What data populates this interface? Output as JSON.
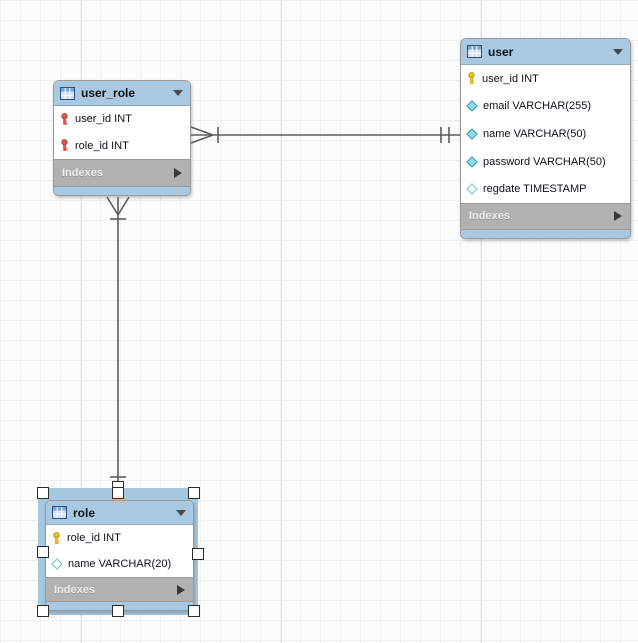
{
  "diagram": {
    "tables": [
      {
        "title": "user_role",
        "columns": [
          {
            "icon": "foreign-primary-key",
            "text": "user_id INT"
          },
          {
            "icon": "foreign-primary-key",
            "text": "role_id INT"
          }
        ],
        "indexes_label": "Indexes"
      },
      {
        "title": "user",
        "columns": [
          {
            "icon": "primary-key",
            "text": "user_id INT"
          },
          {
            "icon": "attribute-notnull",
            "text": "email VARCHAR(255)"
          },
          {
            "icon": "attribute-notnull",
            "text": "name VARCHAR(50)"
          },
          {
            "icon": "attribute-notnull",
            "text": "password VARCHAR(50)"
          },
          {
            "icon": "attribute-nullable",
            "text": "regdate TIMESTAMP"
          }
        ],
        "indexes_label": "Indexes"
      },
      {
        "title": "role",
        "columns": [
          {
            "icon": "primary-key",
            "text": "role_id INT"
          },
          {
            "icon": "attribute-nullable",
            "text": "name VARCHAR(20)"
          }
        ],
        "indexes_label": "Indexes",
        "selected": true
      }
    ],
    "relationships": [
      {
        "from": "user_role",
        "to": "user",
        "from_notation": "many-mandatory-crowfoot",
        "to_notation": "one-and-only-one"
      },
      {
        "from": "user_role",
        "to": "role",
        "from_notation": "many-mandatory-crowfoot",
        "to_notation": "one-and-only-one"
      }
    ],
    "colors": {
      "table_header": "#a8c9e1",
      "indexes_bar": "#b1b1b1",
      "selection_highlight": "#a5c8e1",
      "connector": "#5c5c5c",
      "primary_key_icon": "#f0c419",
      "foreign_primary_key_icon": "#e2574c",
      "attribute_icon": "#7fd8e4",
      "grid_line": "#f0f0f0",
      "canvas_bg": "#fcfcfc"
    }
  }
}
